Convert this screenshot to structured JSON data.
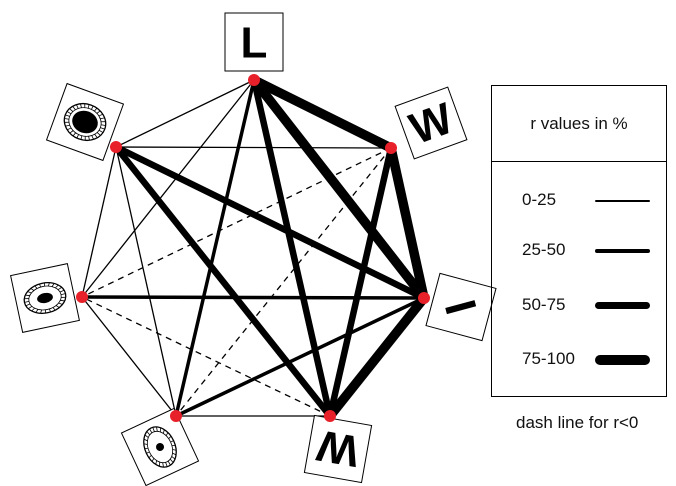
{
  "nodes": [
    {
      "id": "L",
      "label": "L",
      "icon": "letter-L-icon"
    },
    {
      "id": "W1",
      "label": "W",
      "icon": "letter-W-icon"
    },
    {
      "id": "I",
      "label": "I",
      "icon": "letter-I-icon"
    },
    {
      "id": "W2",
      "label": "W",
      "icon": "letter-W-inverted-icon"
    },
    {
      "id": "eye1",
      "label": "",
      "icon": "eye-small-pupil-icon"
    },
    {
      "id": "eye2",
      "label": "",
      "icon": "eye-oval-pupil-icon"
    },
    {
      "id": "eye3",
      "label": "",
      "icon": "eye-large-pupil-icon"
    }
  ],
  "edges": [
    {
      "a": "L",
      "b": "W1",
      "range": "75-100",
      "dashed": false
    },
    {
      "a": "L",
      "b": "I",
      "range": "75-100",
      "dashed": false
    },
    {
      "a": "L",
      "b": "W2",
      "range": "50-75",
      "dashed": false
    },
    {
      "a": "L",
      "b": "eye1",
      "range": "25-50",
      "dashed": false
    },
    {
      "a": "L",
      "b": "eye2",
      "range": "0-25",
      "dashed": false
    },
    {
      "a": "L",
      "b": "eye3",
      "range": "0-25",
      "dashed": false
    },
    {
      "a": "W1",
      "b": "I",
      "range": "75-100",
      "dashed": false
    },
    {
      "a": "W1",
      "b": "W2",
      "range": "50-75",
      "dashed": false
    },
    {
      "a": "W1",
      "b": "eye1",
      "range": "0-25",
      "dashed": true
    },
    {
      "a": "W1",
      "b": "eye2",
      "range": "0-25",
      "dashed": true
    },
    {
      "a": "W1",
      "b": "eye3",
      "range": "0-25",
      "dashed": false
    },
    {
      "a": "I",
      "b": "W2",
      "range": "75-100",
      "dashed": false
    },
    {
      "a": "I",
      "b": "eye1",
      "range": "25-50",
      "dashed": false
    },
    {
      "a": "I",
      "b": "eye2",
      "range": "25-50",
      "dashed": false
    },
    {
      "a": "I",
      "b": "eye3",
      "range": "50-75",
      "dashed": false
    },
    {
      "a": "W2",
      "b": "eye1",
      "range": "0-25",
      "dashed": false
    },
    {
      "a": "W2",
      "b": "eye2",
      "range": "0-25",
      "dashed": true
    },
    {
      "a": "W2",
      "b": "eye3",
      "range": "50-75",
      "dashed": false
    },
    {
      "a": "eye1",
      "b": "eye2",
      "range": "0-25",
      "dashed": false
    },
    {
      "a": "eye1",
      "b": "eye3",
      "range": "0-25",
      "dashed": false
    },
    {
      "a": "eye2",
      "b": "eye3",
      "range": "0-25",
      "dashed": false
    }
  ],
  "legend": {
    "title": "r values in %",
    "items": [
      {
        "range": "0-25",
        "label": "0-25"
      },
      {
        "range": "25-50",
        "label": "25-50"
      },
      {
        "range": "50-75",
        "label": "50-75"
      },
      {
        "range": "75-100",
        "label": "75-100"
      }
    ],
    "footnote": "dash line for r<0"
  },
  "colors": {
    "node": "#e8202a",
    "edge": "#000000",
    "background": "#ffffff"
  }
}
